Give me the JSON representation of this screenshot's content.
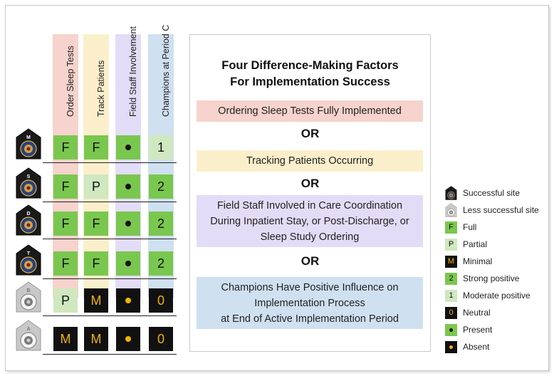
{
  "columns": [
    {
      "label": "Order Sleep Tests",
      "bg": "#f6d3cc"
    },
    {
      "label": "Track Patients",
      "bg": "#fbefcb"
    },
    {
      "label": "Field Staff Involvement",
      "bg": "#e3dcf6"
    },
    {
      "label": "Champions at Period C",
      "bg": "#cfe0f0"
    }
  ],
  "sites": [
    {
      "letter": "M",
      "type": "successful",
      "cells": [
        {
          "kind": "full",
          "text": "F"
        },
        {
          "kind": "full",
          "text": "F"
        },
        {
          "kind": "present",
          "text": ""
        },
        {
          "kind": "moderate",
          "text": "1"
        }
      ]
    },
    {
      "letter": "S",
      "type": "successful",
      "cells": [
        {
          "kind": "full",
          "text": "F"
        },
        {
          "kind": "partial",
          "text": "P"
        },
        {
          "kind": "present",
          "text": ""
        },
        {
          "kind": "strong",
          "text": "2"
        }
      ]
    },
    {
      "letter": "D",
      "type": "successful",
      "cells": [
        {
          "kind": "full",
          "text": "F"
        },
        {
          "kind": "full",
          "text": "F"
        },
        {
          "kind": "present",
          "text": ""
        },
        {
          "kind": "strong",
          "text": "2"
        }
      ]
    },
    {
      "letter": "T",
      "type": "successful",
      "cells": [
        {
          "kind": "full",
          "text": "F"
        },
        {
          "kind": "full",
          "text": "F"
        },
        {
          "kind": "present",
          "text": ""
        },
        {
          "kind": "strong",
          "text": "2"
        }
      ]
    },
    {
      "letter": "B",
      "type": "less",
      "cells": [
        {
          "kind": "partial",
          "text": "P"
        },
        {
          "kind": "minimal",
          "text": "M"
        },
        {
          "kind": "absent",
          "text": ""
        },
        {
          "kind": "neutral",
          "text": "0"
        }
      ]
    },
    {
      "letter": "A",
      "type": "less",
      "cells": [
        {
          "kind": "minimal",
          "text": "M"
        },
        {
          "kind": "minimal",
          "text": "M"
        },
        {
          "kind": "absent",
          "text": ""
        },
        {
          "kind": "neutral",
          "text": "0"
        }
      ]
    }
  ],
  "panel": {
    "title_line1": "Four Difference-Making Factors",
    "title_line2": "For Implementation Success",
    "factors": [
      {
        "lines": [
          "Ordering Sleep Tests Fully Implemented"
        ],
        "bg": "#f6d3cc"
      },
      {
        "lines": [
          "Tracking Patients Occurring"
        ],
        "bg": "#fbefcb"
      },
      {
        "lines": [
          "Field Staff Involved in Care Coordination",
          "During Inpatient Stay, or Post-Discharge, or",
          "Sleep Study Ordering"
        ],
        "bg": "#e3dcf6"
      },
      {
        "lines": [
          "Champions Have Positive Influence on",
          "Implementation Process",
          "at End of Active Implementation Period"
        ],
        "bg": "#cfe0f0"
      }
    ],
    "or_label": "OR"
  },
  "legend": [
    {
      "kind": "successful-icon",
      "label": "Successful site",
      "text": ""
    },
    {
      "kind": "less-icon",
      "label": "Less successful site",
      "text": ""
    },
    {
      "kind": "full",
      "label": "Full",
      "text": "F"
    },
    {
      "kind": "partial",
      "label": "Partial",
      "text": "P"
    },
    {
      "kind": "minimal",
      "label": "Minimal",
      "text": "M"
    },
    {
      "kind": "strong",
      "label": "Strong positive",
      "text": "2"
    },
    {
      "kind": "moderate",
      "label": "Moderate positive",
      "text": "1"
    },
    {
      "kind": "neutral",
      "label": "Neutral",
      "text": "0"
    },
    {
      "kind": "present",
      "label": "Present",
      "text": ""
    },
    {
      "kind": "absent",
      "label": "Absent",
      "text": ""
    }
  ],
  "colors": {
    "full": "#7ac74f",
    "partial": "#cfe8bf",
    "dark": "#111111",
    "accent_yellow": "#f2b400"
  }
}
